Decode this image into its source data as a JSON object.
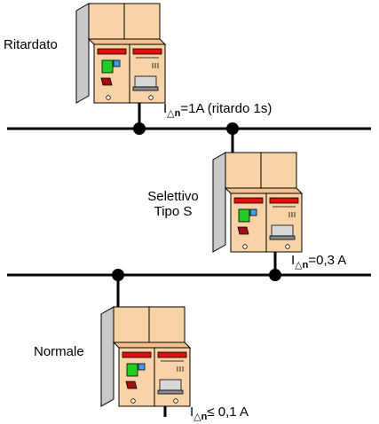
{
  "labels": {
    "ritardato": "Ritardato",
    "selettivo_line1": "Selettivo",
    "selettivo_line2": "Tipo S",
    "normale": "Normale"
  },
  "currents": {
    "top": {
      "symbol": "I",
      "subscript": "△n",
      "value": "=1A (ritardo 1s)"
    },
    "middle": {
      "symbol": "I",
      "subscript": "△n",
      "value": "=0,3 A"
    },
    "bottom": {
      "symbol": "I",
      "subscript": "△n",
      "value": "≤ 0,1 A"
    }
  },
  "colors": {
    "device_body": "#f9d3a8",
    "device_shadow": "#c9c9c9",
    "red_bar": "#e01010",
    "green_led": "#22cc22",
    "blue_button": "#3aa0e0",
    "dark_red": "#a01010",
    "wire": "#000000"
  }
}
